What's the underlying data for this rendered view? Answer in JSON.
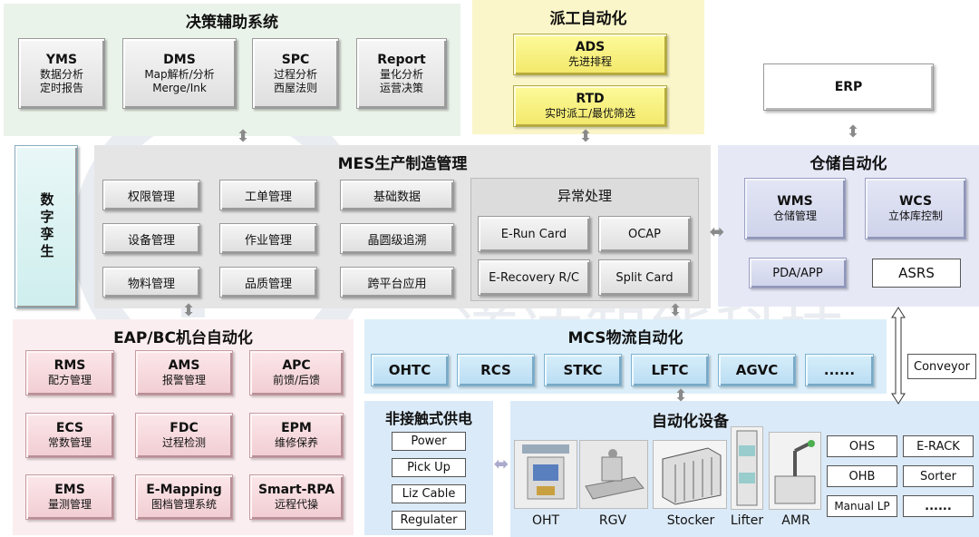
{
  "decision": {
    "title": "决策辅助系统",
    "items": [
      {
        "name": "YMS",
        "desc1": "数据分析",
        "desc2": "定时报告"
      },
      {
        "name": "DMS",
        "desc1": "Map解析/分析",
        "desc2": "Merge/Ink"
      },
      {
        "name": "SPC",
        "desc1": "过程分析",
        "desc2": "西屋法则"
      },
      {
        "name": "Report",
        "desc1": "量化分析",
        "desc2": "运营决策"
      }
    ]
  },
  "dispatch": {
    "title": "派工自动化",
    "items": [
      {
        "name": "ADS",
        "desc": "先进排程"
      },
      {
        "name": "RTD",
        "desc": "实时派工/最优筛选"
      }
    ]
  },
  "erp": {
    "label": "ERP"
  },
  "digital_twin": {
    "label": "数字孪生"
  },
  "mes": {
    "title": "MES生产制造管理",
    "modules": [
      "权限管理",
      "工单管理",
      "基础数据",
      "设备管理",
      "作业管理",
      "晶圆级追溯",
      "物料管理",
      "品质管理",
      "跨平台应用"
    ],
    "exception": {
      "title": "异常处理",
      "items": [
        "E-Run Card",
        "OCAP",
        "E-Recovery R/C",
        "Split Card"
      ]
    }
  },
  "warehouse": {
    "title": "仓储自动化",
    "items": [
      {
        "name": "WMS",
        "desc": "仓储管理"
      },
      {
        "name": "WCS",
        "desc": "立体库控制"
      }
    ],
    "pda": "PDA/APP",
    "asrs": "ASRS"
  },
  "eap": {
    "title": "EAP/BC机台自动化",
    "items": [
      {
        "name": "RMS",
        "desc": "配方管理"
      },
      {
        "name": "AMS",
        "desc": "报警管理"
      },
      {
        "name": "APC",
        "desc": "前馈/后馈"
      },
      {
        "name": "ECS",
        "desc": "常数管理"
      },
      {
        "name": "FDC",
        "desc": "过程检测"
      },
      {
        "name": "EPM",
        "desc": "维修保养"
      },
      {
        "name": "EMS",
        "desc": "量测管理"
      },
      {
        "name": "E-Mapping",
        "desc": "图档管理系统"
      },
      {
        "name": "Smart-RPA",
        "desc": "远程代操"
      }
    ]
  },
  "mcs": {
    "title": "MCS物流自动化",
    "items": [
      "OHTC",
      "RCS",
      "STKC",
      "LFTC",
      "AGVC",
      "......"
    ]
  },
  "conveyor": {
    "label": "Conveyor"
  },
  "power": {
    "title": "非接触式供电",
    "items": [
      "Power",
      "Pick Up",
      "Liz Cable",
      "Regulater"
    ]
  },
  "equipment": {
    "title": "自动化设备",
    "devices": [
      "OHT",
      "RGV",
      "Stocker",
      "Lifter",
      "AMR"
    ],
    "side_items": [
      "OHS",
      "E-RACK",
      "OHB",
      "Sorter",
      "Manual LP",
      "......"
    ]
  },
  "watermark": {
    "text": "道达智能科技"
  },
  "colors": {
    "decision_bg": "#eaf3ea",
    "dispatch_bg": "#fbf6c9",
    "mes_bg": "#e5e5e5",
    "warehouse_bg": "#e6e8f6",
    "eap_bg": "#fbeef0",
    "mcs_bg": "#dbeef9",
    "equipment_bg": "#dbeaf8"
  }
}
